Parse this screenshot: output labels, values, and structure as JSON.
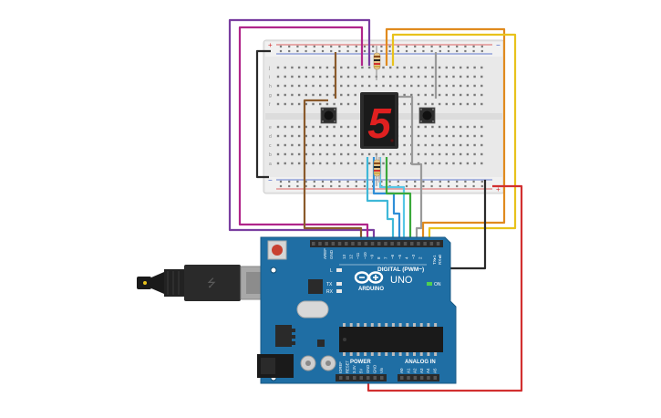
{
  "display": {
    "digit": "5",
    "segment_color": "#e02020"
  },
  "arduino": {
    "brand": "ARDUINO",
    "model": "UNO",
    "digital_label": "DIGITAL (PWM~)",
    "power_label": "POWER",
    "analog_label": "ANALOG IN",
    "on_label": "ON",
    "tx_label": "TX",
    "rx_label": "RX",
    "l_label": "L",
    "aref_label": "AREF",
    "gnd_label": "GND",
    "tx_pin_label": "TX▸1",
    "rx_pin_label": "RX◂0",
    "digital_pins": [
      "13",
      "12",
      "~11",
      "~10",
      "~9",
      "8",
      "7",
      "~6",
      "~5",
      "4",
      "~3",
      "2"
    ],
    "power_pins": [
      "IOREF",
      "RESET",
      "3.3V",
      "5V",
      "GND",
      "GND",
      "Vin"
    ],
    "analog_pins": [
      "A0",
      "A1",
      "A2",
      "A3",
      "A4",
      "A5"
    ],
    "board_color": "#1f6ea4"
  },
  "breadboard": {
    "row_letters_top": [
      "j",
      "i",
      "h",
      "g",
      "f"
    ],
    "row_letters_bottom": [
      "e",
      "d",
      "c",
      "b",
      "a"
    ],
    "rail_plus": "+",
    "rail_minus": "−"
  },
  "colors": {
    "wire_purple": "#7a3ea0",
    "wire_magenta": "#b0258a",
    "wire_orange": "#e08a1e",
    "wire_yellow": "#e8c21c",
    "wire_black": "#2a2a2a",
    "wire_red": "#d23030",
    "wire_brown": "#8a5a2b",
    "wire_blue": "#2f8fd8",
    "wire_cyan": "#3fb8d8",
    "wire_green": "#3aa83a",
    "wire_gray": "#9a9a9a"
  }
}
